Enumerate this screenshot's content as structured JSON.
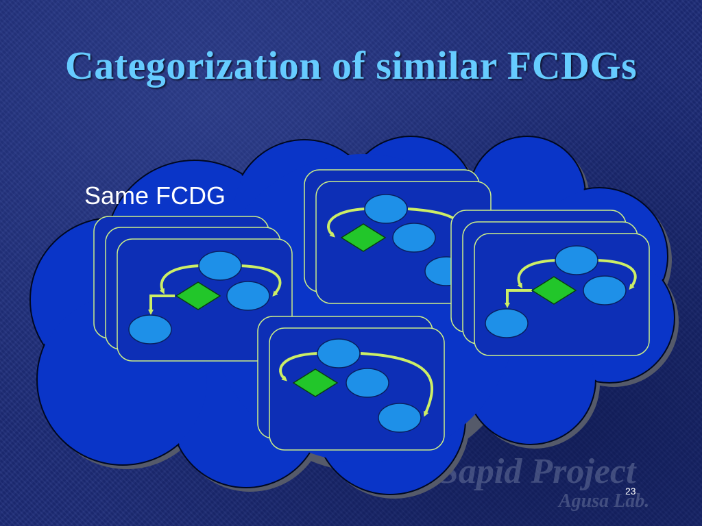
{
  "slide": {
    "title": "Categorization of similar FCDGs",
    "cluster_label": "Same FCDG",
    "page_number": "23",
    "watermark": {
      "main": "Sapid Project",
      "sub": "Agusa Lab."
    }
  },
  "colors": {
    "title": "#66ccff",
    "cloud_fill": "#0a35c8",
    "card_fill": "#0d2fb6",
    "card_border": "#ccee88",
    "node_fill": "#1e90e8",
    "node_border": "#0a2060",
    "decision_fill": "#22c62a",
    "arrow": "#ccee66"
  },
  "icons": {
    "process_node": "ellipse",
    "decision_node": "diamond"
  }
}
